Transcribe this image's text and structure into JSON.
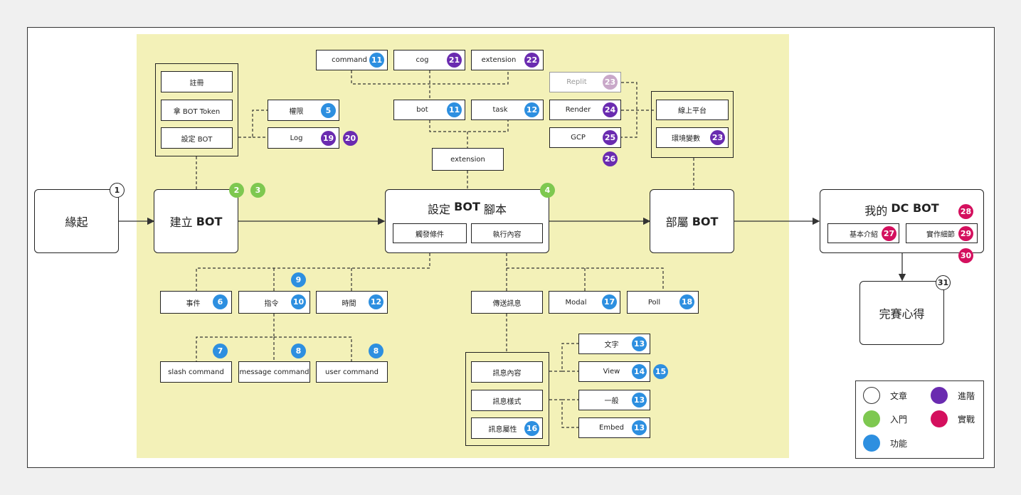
{
  "nodes": {
    "origin": "緣起",
    "build_bot_pre": "建立 ",
    "build_bot_bold": "BOT",
    "script_pre": "設定 ",
    "script_bold": "BOT",
    "script_post": " 腳本",
    "deploy_pre": "部屬 ",
    "deploy_bold": "BOT",
    "mybot_pre": "我的 ",
    "mybot_bold": "DC BOT",
    "reflection": "完賽心得"
  },
  "build": {
    "register": "註冊",
    "token": "拿 BOT Token",
    "setup": "設定 BOT",
    "permission": "權限",
    "log": "Log"
  },
  "script": {
    "command": "command",
    "cog": "cog",
    "extension_top": "extension",
    "bot": "bot",
    "task": "task",
    "extension_mid": "extension",
    "trigger": "觸發條件",
    "execute": "執行內容"
  },
  "trigger": {
    "event": "事件",
    "command": "指令",
    "time": "時間",
    "slash": "slash command",
    "message": "message command",
    "user": "user command"
  },
  "execute": {
    "send": "傳送訊息",
    "modal": "Modal",
    "poll": "Poll",
    "content": "訊息內容",
    "style": "訊息樣式",
    "attr": "訊息屬性",
    "text": "文字",
    "view": "View",
    "normal": "一般",
    "embed": "Embed"
  },
  "deploy": {
    "replit": "Replit",
    "render": "Render",
    "gcp": "GCP",
    "platform": "線上平台",
    "env": "環境變數"
  },
  "mybot": {
    "intro": "基本介紹",
    "detail": "實作細節"
  },
  "badges": {
    "b1": "1",
    "b2": "2",
    "b3": "3",
    "b4": "4",
    "b5": "5",
    "b6": "6",
    "b7": "7",
    "b8a": "8",
    "b8b": "8",
    "b9": "9",
    "b10": "10",
    "b11a": "11",
    "b11b": "11",
    "b12a": "12",
    "b12b": "12",
    "b13a": "13",
    "b13b": "13",
    "b13c": "13",
    "b14": "14",
    "b15": "15",
    "b16": "16",
    "b17": "17",
    "b18": "18",
    "b19": "19",
    "b20": "20",
    "b21": "21",
    "b22": "22",
    "b23a": "23",
    "b23b": "23",
    "b24": "24",
    "b25": "25",
    "b26": "26",
    "b27": "27",
    "b28": "28",
    "b29": "29",
    "b30": "30",
    "b31": "31"
  },
  "legend": {
    "article": "文章",
    "advanced": "進階",
    "intro": "入門",
    "practice": "實戰",
    "feature": "功能"
  },
  "colors": {
    "intro": "#7ec850",
    "feature": "#2d8fe0",
    "advanced": "#6a2bb0",
    "practice": "#d4105e",
    "article": "#ffffff",
    "highlight": "#f3f1b8"
  }
}
